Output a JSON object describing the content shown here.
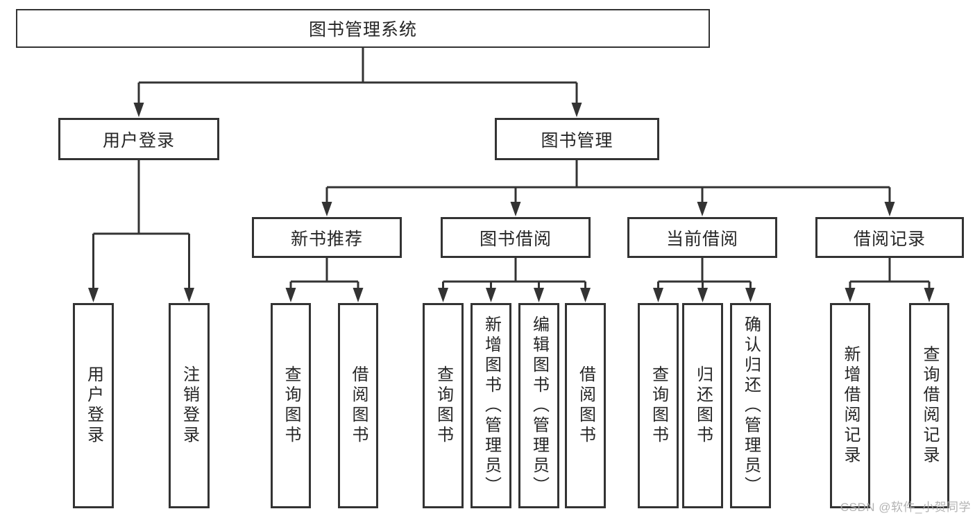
{
  "colors": {
    "line": "#333333",
    "box_border": "#333333",
    "text": "#262626",
    "background": "#ffffff",
    "watermark": "#ababab"
  },
  "watermark": {
    "text": "CSDN @软件_小贺同学"
  },
  "tree": {
    "root": {
      "label": "图书管理系统"
    },
    "user_login": {
      "label": "用户登录",
      "children": {
        "login": {
          "label": "用户登录"
        },
        "logout": {
          "label": "注销登录"
        }
      }
    },
    "book_management": {
      "label": "图书管理",
      "children": {
        "new_book_recommend": {
          "label": "新书推荐",
          "children": {
            "query_books": {
              "label": "查询图书"
            },
            "borrow_books": {
              "label": "借阅图书"
            }
          }
        },
        "book_borrowing": {
          "label": "图书借阅",
          "children": {
            "query_books": {
              "label": "查询图书"
            },
            "add_books_admin": {
              "label": "新增图书（管理员）"
            },
            "edit_books_admin": {
              "label": "编辑图书（管理员）"
            },
            "borrow_books": {
              "label": "借阅图书"
            }
          }
        },
        "current_borrowing": {
          "label": "当前借阅",
          "children": {
            "query_books": {
              "label": "查询图书"
            },
            "return_books": {
              "label": "归还图书"
            },
            "confirm_return_admin": {
              "label": "确认归还（管理员）"
            }
          }
        },
        "borrowing_records": {
          "label": "借阅记录",
          "children": {
            "add_record": {
              "label": "新增借阅记录"
            },
            "query_record": {
              "label": "查询借阅记录"
            }
          }
        }
      }
    }
  }
}
